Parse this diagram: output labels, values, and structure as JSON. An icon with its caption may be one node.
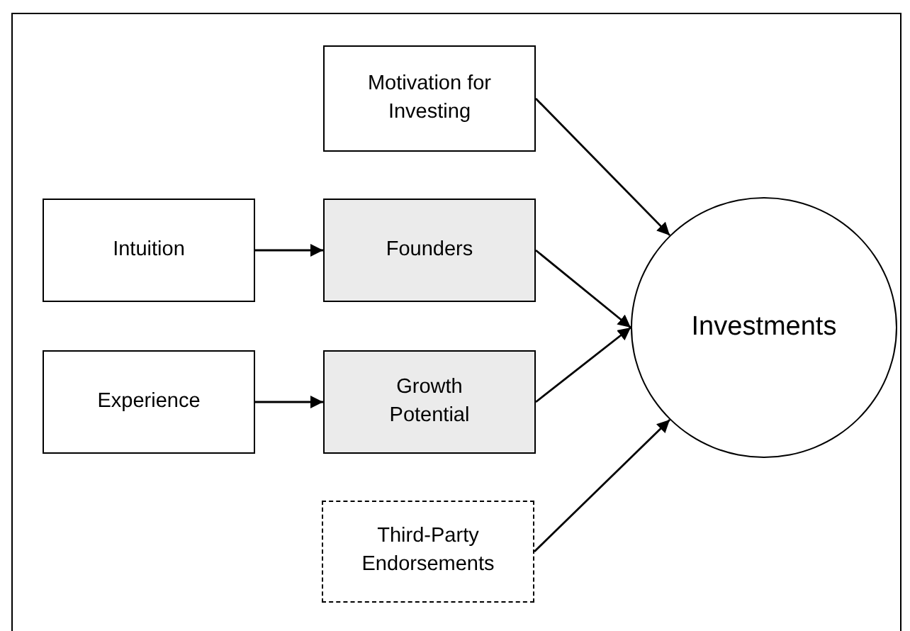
{
  "diagram": {
    "nodes": [
      {
        "text": [
          "Motivation for Investing"
        ]
      },
      {
        "text": [
          "Intuition"
        ]
      },
      {
        "text": [
          "Founders"
        ]
      },
      {
        "text": [
          "Experience"
        ]
      },
      {
        "text": [
          "Growth Potential"
        ]
      },
      {
        "text": [
          "Third-Party Endorsements"
        ]
      },
      {
        "text": [
          "Investments"
        ]
      }
    ],
    "edges": [
      {
        "from": 1,
        "to": 2,
        "arrow": "to"
      },
      {
        "from": 3,
        "to": 4,
        "arrow": "to"
      },
      {
        "from": 0,
        "to": 6,
        "arrow": "to"
      },
      {
        "from": 2,
        "to": 6,
        "arrow": "to"
      },
      {
        "from": 4,
        "to": 6,
        "arrow": "to"
      },
      {
        "from": 5,
        "to": 6,
        "arrow": "to"
      }
    ]
  }
}
